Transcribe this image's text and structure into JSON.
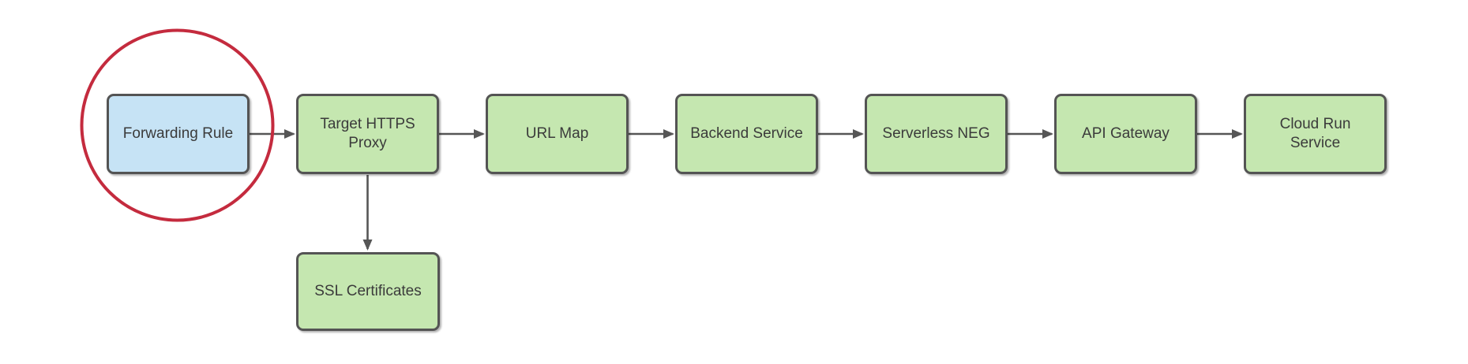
{
  "diagram": {
    "background": "#ffffff",
    "nodes": [
      {
        "id": "forwarding-rule",
        "label": "Forwarding Rule",
        "fill": "#c6e3f5",
        "highlighted": true
      },
      {
        "id": "target-https-proxy",
        "label": "Target HTTPS\nProxy",
        "fill": "#c5e7b0"
      },
      {
        "id": "url-map",
        "label": "URL Map",
        "fill": "#c5e7b0"
      },
      {
        "id": "backend-service",
        "label": "Backend Service",
        "fill": "#c5e7b0"
      },
      {
        "id": "serverless-neg",
        "label": "Serverless NEG",
        "fill": "#c5e7b0"
      },
      {
        "id": "api-gateway",
        "label": "API Gateway",
        "fill": "#c5e7b0"
      },
      {
        "id": "cloud-run-service",
        "label": "Cloud Run\nService",
        "fill": "#c5e7b0"
      },
      {
        "id": "ssl-certificates",
        "label": "SSL Certificates",
        "fill": "#c5e7b0"
      }
    ],
    "edges": [
      {
        "from": "forwarding-rule",
        "to": "target-https-proxy"
      },
      {
        "from": "target-https-proxy",
        "to": "url-map"
      },
      {
        "from": "url-map",
        "to": "backend-service"
      },
      {
        "from": "backend-service",
        "to": "serverless-neg"
      },
      {
        "from": "serverless-neg",
        "to": "api-gateway"
      },
      {
        "from": "api-gateway",
        "to": "cloud-run-service"
      },
      {
        "from": "target-https-proxy",
        "to": "ssl-certificates"
      }
    ],
    "annotation": {
      "shape": "circle",
      "around": "forwarding-rule",
      "color": "#c42b3e"
    },
    "colors": {
      "node_border": "#545454",
      "arrow": "#565656",
      "text": "#3b3b3b",
      "green_fill": "#c5e7b0",
      "blue_fill": "#c6e3f5",
      "highlight_red": "#c42b3e"
    }
  }
}
